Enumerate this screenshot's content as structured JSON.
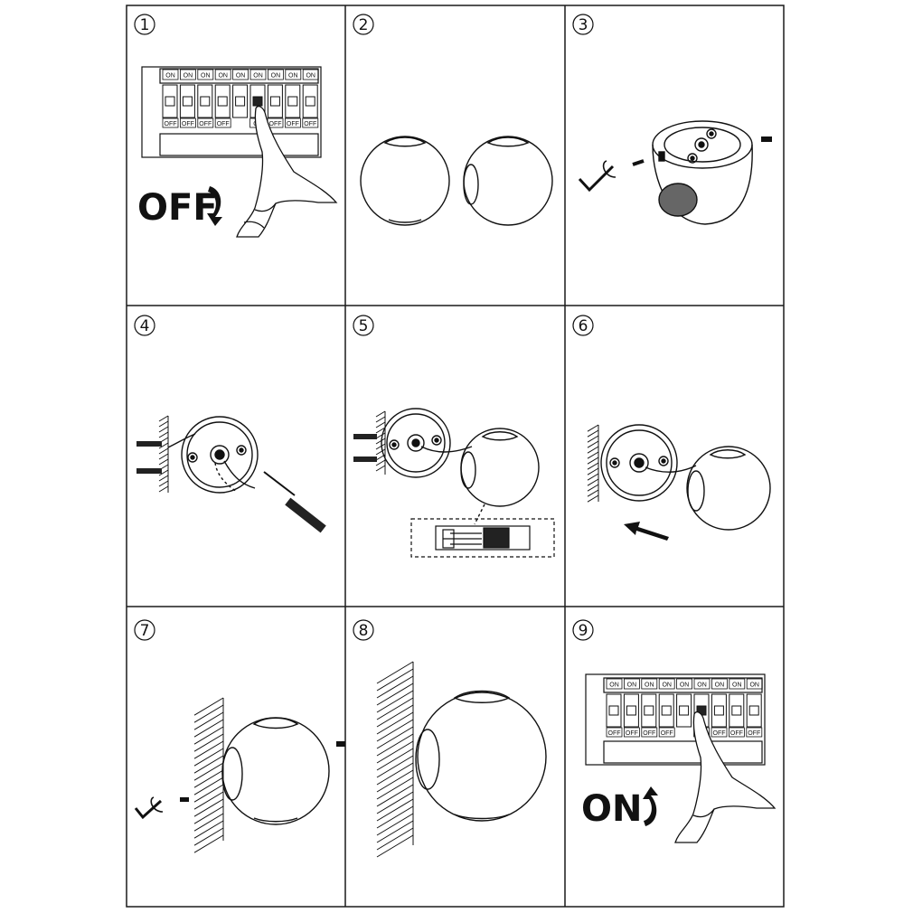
{
  "steps": [
    {
      "number": "1",
      "caption": "OFF",
      "breaker_on": [
        "ON",
        "ON",
        "ON",
        "ON",
        "ON",
        "ON",
        "ON",
        "ON",
        "ON"
      ],
      "breaker_off": [
        "OFF",
        "OFF",
        "OFF",
        "OFF",
        "OF",
        "OFF",
        "OFF",
        "OFF"
      ]
    },
    {
      "number": "2"
    },
    {
      "number": "3"
    },
    {
      "number": "4"
    },
    {
      "number": "5"
    },
    {
      "number": "6"
    },
    {
      "number": "7"
    },
    {
      "number": "8"
    },
    {
      "number": "9",
      "caption": "ON",
      "breaker_on": [
        "ON",
        "ON",
        "ON",
        "ON",
        "ON",
        "ON",
        "ON",
        "ON",
        "ON"
      ],
      "breaker_off": [
        "OFF",
        "OFF",
        "OFF",
        "OFF",
        "OF",
        "OFF",
        "OFF",
        "OFF"
      ]
    }
  ],
  "colors": {
    "line": "#1a1a1a",
    "fill_dark": "#222222",
    "fill_mid": "#888888",
    "paper": "#ffffff"
  }
}
